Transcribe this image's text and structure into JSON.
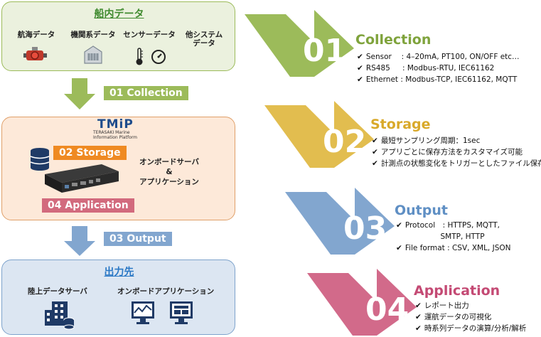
{
  "onboard": {
    "title": "船内データ",
    "sources": [
      "航海データ",
      "機関系データ",
      "センサーデータ",
      "他システム\nデータ"
    ]
  },
  "platform": {
    "logo": "TMiP",
    "logo_sub": "TERASAKI Marine\nInformation Platform",
    "storage_tag": "02 Storage",
    "application_tag": "04 Application",
    "server_label": "オンボードサーバ\n&\nアプリケーション"
  },
  "flow": {
    "collection_label": "01 Collection",
    "output_label": "03 Output"
  },
  "destination": {
    "title": "出力先",
    "items": [
      "陸上データサーバ",
      "オンボードアプリケーション"
    ]
  },
  "steps": [
    {
      "num": "01",
      "title": "Collection",
      "color": "#9cbb5a",
      "title_color": "#7fa33c",
      "lines": [
        "Sensor　 : 4–20mA, PT100, ON/OFF etc…",
        "RS485　  : Modbus-RTU, IEC61162",
        "Ethernet : Modbus-TCP, IEC61162, MQTT"
      ]
    },
    {
      "num": "02",
      "title": "Storage",
      "color": "#e2bd4f",
      "title_color": "#d9a92a",
      "lines": [
        "最短サンプリング周期：1sec",
        "アプリごとに保存方法をカスタマイズ可能",
        "計測点の状態変化をトリガーとしたファイル保存"
      ]
    },
    {
      "num": "03",
      "title": "Output",
      "color": "#82a6cf",
      "title_color": "#5f8fc4",
      "lines": [
        "Protocol　: HTTPS, MQTT,\n　　　　　   SMTP, HTTP",
        "File format : CSV, XML, JSON"
      ]
    },
    {
      "num": "04",
      "title": "Application",
      "color": "#d26a8a",
      "title_color": "#c44a74",
      "lines": [
        "レポート出力",
        "運航データの可視化",
        "時系列データの演算/分析/解析"
      ]
    }
  ],
  "colors": {
    "green_panel": "#ebf1de",
    "green_border": "#9cbb5a",
    "orange_panel": "#fde9d9",
    "orange_border": "#e0a06a",
    "blue_panel": "#dce6f2",
    "blue_border": "#7ea3cc",
    "down_arrow_green": "#9cbb5a",
    "down_arrow_blue": "#82a6cf",
    "storage_tag": "#ef8a22",
    "application_tag": "#d26a7d"
  },
  "icons": [
    "compass-icon",
    "engine-icon",
    "thermometer-icon",
    "gauge-icon",
    "database-icon",
    "building-icon",
    "monitor-icon"
  ]
}
